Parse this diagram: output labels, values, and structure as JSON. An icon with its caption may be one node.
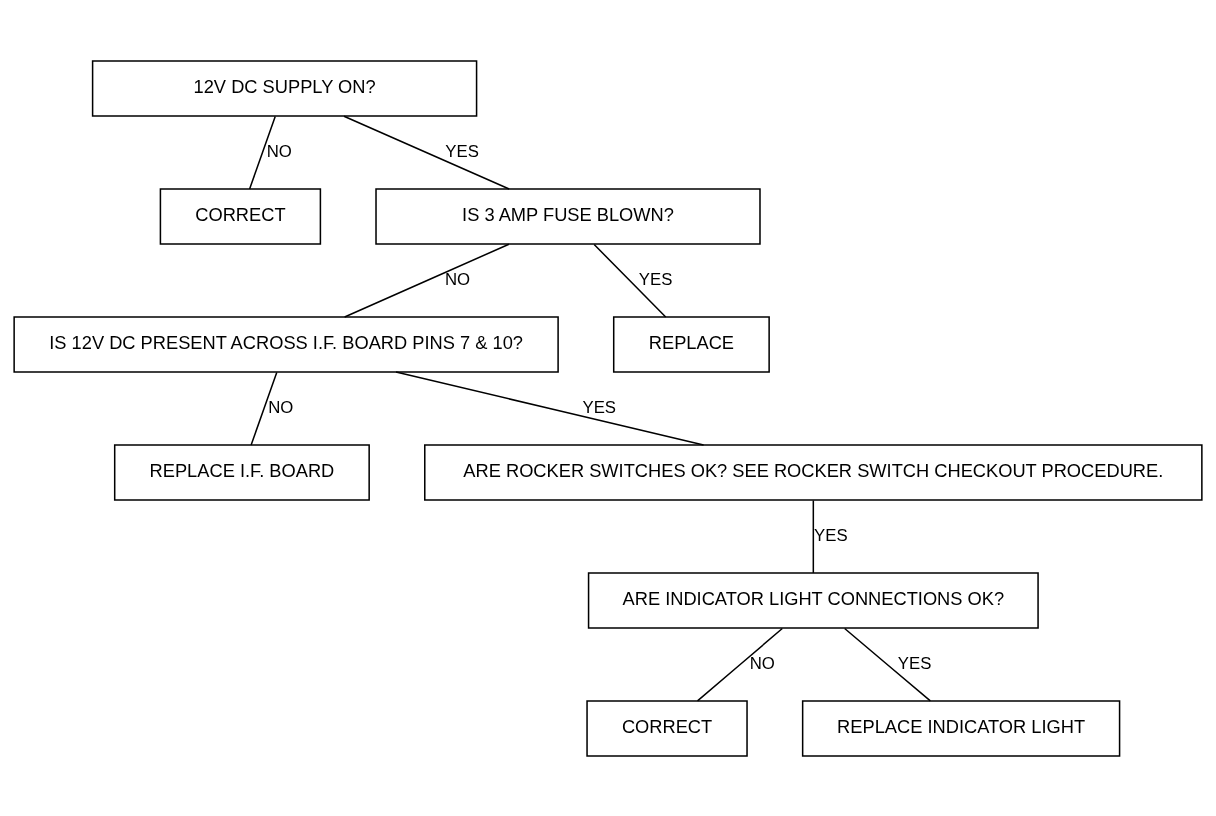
{
  "diagram": {
    "nodes": [
      {
        "text": [
          "12V DC SUPPLY ON?"
        ]
      },
      {
        "text": [
          "CORRECT"
        ]
      },
      {
        "text": [
          "IS 3 AMP FUSE BLOWN?"
        ]
      },
      {
        "text": [
          "IS 12V DC PRESENT ACROSS I.F. BOARD PINS 7 & 10?"
        ]
      },
      {
        "text": [
          "REPLACE"
        ]
      },
      {
        "text": [
          "REPLACE I.F. BOARD"
        ]
      },
      {
        "text": [
          "ARE ROCKER SWITCHES OK? SEE ROCKER SWITCH CHECKOUT PROCEDURE."
        ]
      },
      {
        "text": [
          "ARE INDICATOR LIGHT CONNECTIONS OK?"
        ]
      },
      {
        "text": [
          "CORRECT"
        ]
      },
      {
        "text": [
          "REPLACE INDICATOR LIGHT"
        ]
      }
    ],
    "edges": [
      {
        "from": 0,
        "to": 1,
        "arrow": "none",
        "label": "NO"
      },
      {
        "from": 0,
        "to": 2,
        "arrow": "none",
        "label": "YES"
      },
      {
        "from": 2,
        "to": 3,
        "arrow": "none",
        "label": "NO"
      },
      {
        "from": 2,
        "to": 4,
        "arrow": "none",
        "label": "YES"
      },
      {
        "from": 3,
        "to": 5,
        "arrow": "none",
        "label": "NO"
      },
      {
        "from": 3,
        "to": 6,
        "arrow": "none",
        "label": "YES"
      },
      {
        "from": 6,
        "to": 7,
        "arrow": "none",
        "label": "YES"
      },
      {
        "from": 7,
        "to": 8,
        "arrow": "none",
        "label": "NO"
      },
      {
        "from": 7,
        "to": 9,
        "arrow": "none",
        "label": "YES"
      }
    ]
  }
}
